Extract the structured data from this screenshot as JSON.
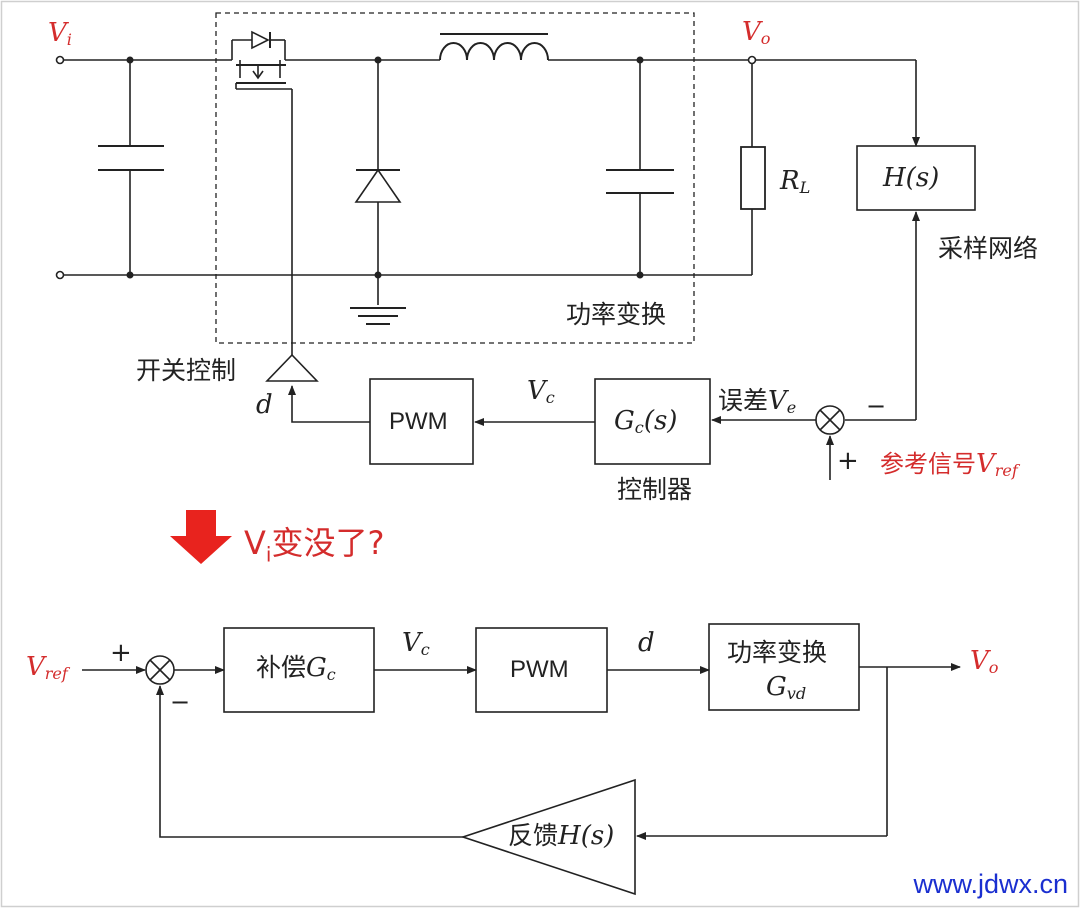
{
  "circuit": {
    "vi_label": "V",
    "vi_sub": "i",
    "vo_label": "V",
    "vo_sub": "o",
    "rl_label": "R",
    "rl_sub": "L",
    "power_stage_label": "功率变换",
    "switch_control_label": "开关控制",
    "d_label": "d",
    "pwm_label": "PWM",
    "vc_label": "V",
    "vc_sub": "c",
    "controller_block": "G",
    "controller_sub": "c",
    "controller_arg": "(s)",
    "controller_label": "控制器",
    "error_prefix": "误差",
    "error_v": "V",
    "error_sub": "e",
    "sensor_block": "H(s)",
    "sampling_label": "采样网络",
    "plus_sign": "+",
    "minus_sign": "−",
    "ref_prefix": "参考信号",
    "ref_v": "V",
    "ref_sub": "ref",
    "colors": {
      "accent_red": "#d42c2c",
      "line": "#222222"
    }
  },
  "transition": {
    "arrow_icon": "red-down-arrow-icon",
    "text_v": "V",
    "text_sub": "i",
    "text_rest": "变没了?"
  },
  "block_diagram": {
    "input_v": "V",
    "input_sub": "ref",
    "plus_sign": "+",
    "minus_sign": "−",
    "compensator_prefix": "补偿",
    "compensator_g": "G",
    "compensator_sub": "c",
    "vc_v": "V",
    "vc_sub": "c",
    "pwm_label": "PWM",
    "d_label": "d",
    "power_label": "功率变换",
    "power_g": "G",
    "power_sub": "vd",
    "output_v": "V",
    "output_sub": "o",
    "feedback_prefix": "反馈",
    "feedback_h": "H(s)"
  },
  "watermark": "www.jdwx.cn"
}
